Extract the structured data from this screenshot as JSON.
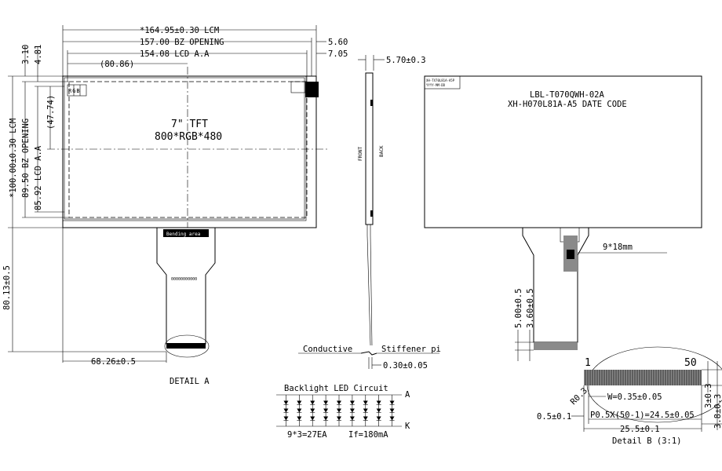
{
  "front_view": {
    "dim_lcm_width": "*164.95±0.30 LCM",
    "dim_bz_opening_width": "157.00 BZ OPENING",
    "dim_lcd_aa_width": "154.08 LCD A.A",
    "dim_center_x": "(80.86)",
    "dim_right_560": "5.60",
    "dim_right_705": "7.05",
    "dim_top_310": "3.10",
    "dim_top_481": "4.81",
    "dim_lcm_height": "*100.00±0.30 LCM",
    "dim_bz_opening_height": "89.50 BZ OPENING",
    "dim_lcd_aa_height": "85.92 LCD A.A",
    "dim_center_y": "(47.74)",
    "rgb_label": "RGB",
    "panel_type": "7\" TFT",
    "resolution": "800*RGB*480",
    "bending_area": "Bending area",
    "fpc_part_no": "00000000000",
    "dim_fpc_length": "80.13±0.5",
    "dim_fpc_offset": "68.26±0.5",
    "detail_a": "DETAIL A"
  },
  "side_view": {
    "dim_thickness": "5.70±0.3",
    "front_label": "FRONT",
    "back_label": "BACK",
    "conductive_label": "Conductive",
    "stiffener_label": "Stiffener pi",
    "dim_stiffener": "0.30±0.05"
  },
  "backlight": {
    "title": "Backlight LED Circuit",
    "anode": "A",
    "cathode": "K",
    "led_count": "9*3=27EA",
    "current": "If=180mA",
    "columns": 9,
    "rows": 3
  },
  "back_view": {
    "sticker_line1": "XH-TX70L81A-A5P",
    "sticker_line2": "YYYY-MM-DD",
    "model": "LBL-T070QWH-02A",
    "date_code": "XH-H070L81A-A5 DATE CODE",
    "dim_component": "9*18mm",
    "dim_500": "5.00±0.5",
    "dim_360": "3.60±0.5"
  },
  "detail_b": {
    "pin_first": "1",
    "pin_last": "50",
    "radius": "R0.3",
    "dim_w": "W=0.35±0.05",
    "dim_offset": "0.5±0.1",
    "dim_pitch": "P0.5X(50-1)=24.5±0.05",
    "dim_total": "25.5±0.1",
    "dim_h1": "3±0.3",
    "dim_h2": "3.8±0.3",
    "title": "Detail B (3:1)"
  }
}
